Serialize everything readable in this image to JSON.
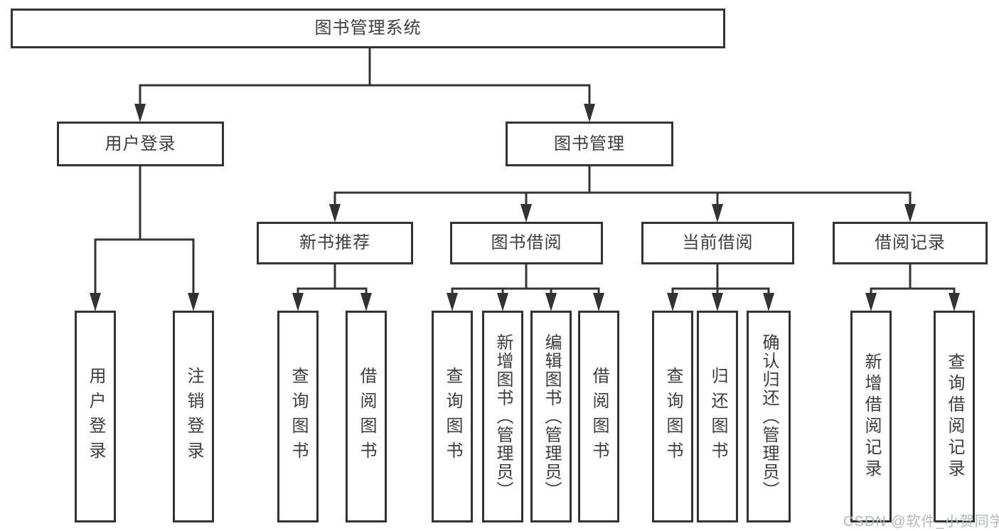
{
  "diagram": {
    "root": "图书管理系统",
    "level2": {
      "user_login": "用户登录",
      "book_management": "图书管理"
    },
    "level3": {
      "new_book_recommend": "新书推荐",
      "book_borrow": "图书借阅",
      "current_borrow": "当前借阅",
      "borrow_record": "借阅记录"
    },
    "leaves": {
      "user_login": "用户登录",
      "logout": "注销登录",
      "recommend_query_book": "查询图书",
      "recommend_borrow_book": "借阅图书",
      "borrow_query_book": "查询图书",
      "borrow_add_book": "新增图书（管理员）",
      "borrow_edit_book": "编辑图书（管理员）",
      "borrow_borrow_book": "借阅图书",
      "current_query_book": "查询图书",
      "current_return_book": "归还图书",
      "current_confirm_return": "确认归还（管理员）",
      "record_add_record": "新增借阅记录",
      "record_query_record": "查询借阅记录"
    }
  },
  "colors": {
    "line": "#333333",
    "text": "#3d3d3d",
    "watermark": "#b3b7be",
    "background": "#ffffff"
  },
  "watermark": "CSDN @软件_小贺同学"
}
